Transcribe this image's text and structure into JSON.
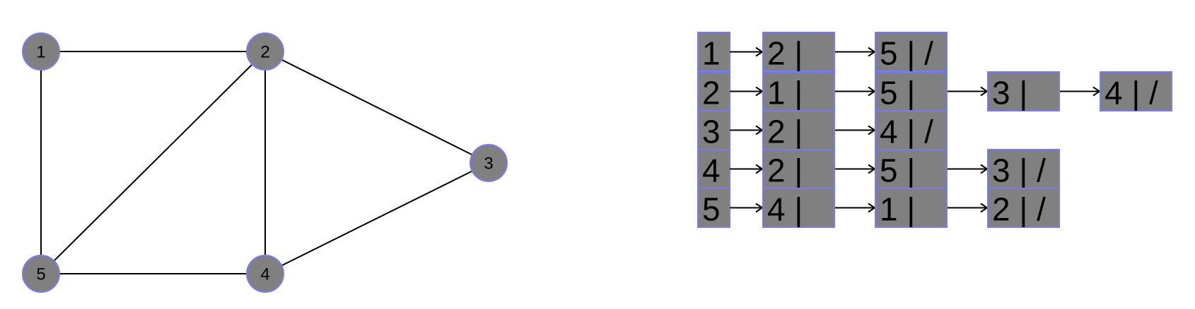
{
  "graph": {
    "nodes": [
      {
        "id": "1",
        "label": "1"
      },
      {
        "id": "2",
        "label": "2"
      },
      {
        "id": "3",
        "label": "3"
      },
      {
        "id": "4",
        "label": "4"
      },
      {
        "id": "5",
        "label": "5"
      }
    ],
    "edges": [
      [
        "1",
        "2"
      ],
      [
        "1",
        "5"
      ],
      [
        "2",
        "5"
      ],
      [
        "2",
        "4"
      ],
      [
        "2",
        "3"
      ],
      [
        "3",
        "4"
      ],
      [
        "5",
        "4"
      ]
    ]
  },
  "adjacency_list": [
    {
      "vertex": "1",
      "cells": [
        "2 |",
        "5 | /"
      ]
    },
    {
      "vertex": "2",
      "cells": [
        "1 |",
        "5 |",
        "3 |",
        "4 | /"
      ]
    },
    {
      "vertex": "3",
      "cells": [
        "2 |",
        "4 | /"
      ]
    },
    {
      "vertex": "4",
      "cells": [
        "2 |",
        "5 |",
        "3 | /"
      ]
    },
    {
      "vertex": "5",
      "cells": [
        "4 |",
        "1 |",
        "2 | /"
      ]
    }
  ],
  "colors": {
    "fill": "#808080",
    "border": "#7b7bf0",
    "line": "#000000"
  }
}
